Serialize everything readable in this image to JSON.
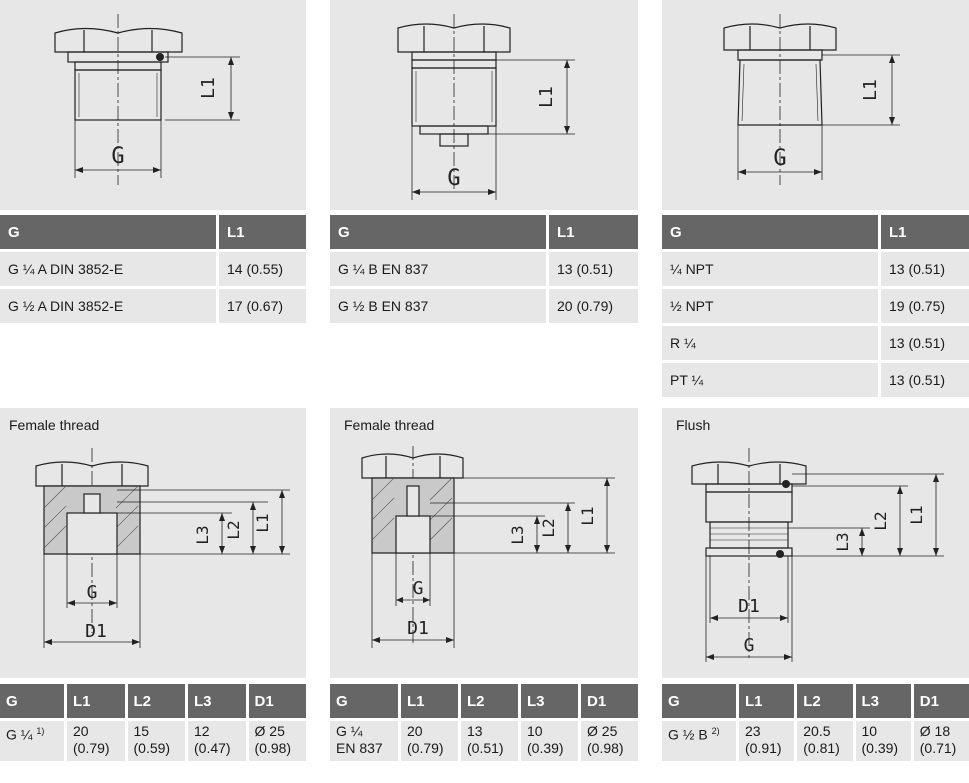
{
  "panels": [
    {
      "title": "",
      "dims": {
        "g": "G",
        "l1": "L1"
      }
    },
    {
      "title": "",
      "dims": {
        "g": "G",
        "l1": "L1"
      }
    },
    {
      "title": "",
      "dims": {
        "g": "G",
        "l1": "L1"
      }
    },
    {
      "title": "Female thread",
      "dims": {
        "g": "G",
        "l1": "L1",
        "l2": "L2",
        "l3": "L3",
        "d1": "D1"
      }
    },
    {
      "title": "Female thread",
      "dims": {
        "g": "G",
        "l1": "L1",
        "l2": "L2",
        "l3": "L3",
        "d1": "D1"
      }
    },
    {
      "title": "Flush",
      "dims": {
        "g": "G",
        "l1": "L1",
        "l2": "L2",
        "l3": "L3",
        "d1": "D1"
      }
    }
  ],
  "tables": [
    {
      "headers": [
        "G",
        "L1"
      ],
      "rows": [
        [
          "G ¼ A DIN 3852-E",
          "14 (0.55)"
        ],
        [
          "G ½ A DIN 3852-E",
          "17 (0.67)"
        ]
      ]
    },
    {
      "headers": [
        "G",
        "L1"
      ],
      "rows": [
        [
          "G ¼ B EN 837",
          "13 (0.51)"
        ],
        [
          "G ½ B EN 837",
          "20 (0.79)"
        ]
      ]
    },
    {
      "headers": [
        "G",
        "L1"
      ],
      "rows": [
        [
          "¼ NPT",
          "13 (0.51)"
        ],
        [
          "½ NPT",
          "19 (0.75)"
        ],
        [
          "R ¼",
          "13 (0.51)"
        ],
        [
          "PT ¼",
          "13 (0.51)"
        ]
      ]
    },
    {
      "headers": [
        "G",
        "L1",
        "L2",
        "L3",
        "D1"
      ],
      "rows": [
        {
          "g": "G ¼",
          "note": "1)",
          "l1a": "20",
          "l1b": "(0.79)",
          "l2a": "15",
          "l2b": "(0.59)",
          "l3a": "12",
          "l3b": "(0.47)",
          "d1a": "Ø 25",
          "d1b": "(0.98)"
        }
      ]
    },
    {
      "headers": [
        "G",
        "L1",
        "L2",
        "L3",
        "D1"
      ],
      "rows": [
        {
          "g": "G ¼",
          "g2": "EN 837",
          "l1a": "20",
          "l1b": "(0.79)",
          "l2a": "13",
          "l2b": "(0.51)",
          "l3a": "10",
          "l3b": "(0.39)",
          "d1a": "Ø 25",
          "d1b": "(0.98)"
        }
      ]
    },
    {
      "headers": [
        "G",
        "L1",
        "L2",
        "L3",
        "D1"
      ],
      "rows": [
        {
          "g": "G ½ B",
          "note": "2)",
          "l1a": "23",
          "l1b": "(0.91)",
          "l2a": "20.5",
          "l2b": "(0.81)",
          "l3a": "10",
          "l3b": "(0.39)",
          "d1a": "Ø 18",
          "d1b": "(0.71)"
        }
      ]
    }
  ]
}
